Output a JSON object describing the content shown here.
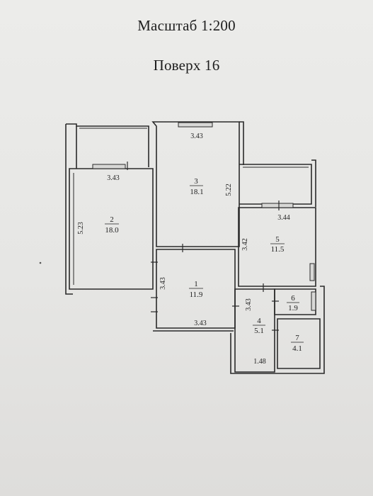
{
  "header": {
    "scale": "Масштаб 1:200",
    "floor": "Поверх 16"
  },
  "rooms": [
    {
      "number": "1",
      "area": "11.9"
    },
    {
      "number": "2",
      "area": "18.0"
    },
    {
      "number": "3",
      "area": "18.1"
    },
    {
      "number": "4",
      "area": "5.1"
    },
    {
      "number": "5",
      "area": "11.5"
    },
    {
      "number": "6",
      "area": "1.9"
    },
    {
      "number": "7",
      "area": "4.1"
    }
  ],
  "dimensions": {
    "room3_top_width": "3.43",
    "balcony_width": "3.43",
    "room3_length": "5.22",
    "room2_length": "5.23",
    "room5_width": "3.44",
    "room5_length": "3.42",
    "room1_length": "3.43",
    "room1_width": "3.43",
    "hall_length": "3.43",
    "hall_width": "1.48"
  },
  "colors": {
    "paper": "#e9e9e7",
    "line": "#2a2a2a"
  }
}
